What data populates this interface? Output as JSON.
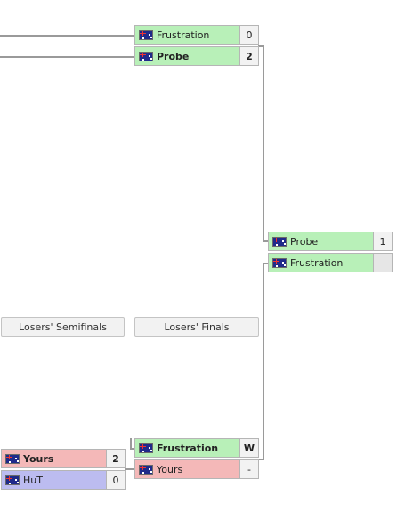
{
  "round_headers": {
    "losers_semifinals": "Losers' Semifinals",
    "losers_finals": "Losers' Finals"
  },
  "matches": {
    "upper_final": {
      "top": {
        "name": "Frustration",
        "score": "0"
      },
      "bottom": {
        "name": "Probe",
        "score": "2"
      }
    },
    "grand_final": {
      "top": {
        "name": "Probe",
        "score": "1"
      },
      "bottom": {
        "name": "Frustration",
        "score": ""
      }
    },
    "losers_final": {
      "top": {
        "name": "Frustration",
        "score": "W"
      },
      "bottom": {
        "name": "Yours",
        "score": "-"
      }
    },
    "losers_semifinal": {
      "top": {
        "name": "Yours",
        "score": "2"
      },
      "bottom": {
        "name": "HuT",
        "score": "0"
      }
    }
  },
  "colors": {
    "winner": "#b8f0b8",
    "loser": "#f4b8b8",
    "neutral": "#bcbcf0",
    "connector": "#9a9a9a"
  },
  "icons": {
    "flag": "australia-flag-icon"
  }
}
